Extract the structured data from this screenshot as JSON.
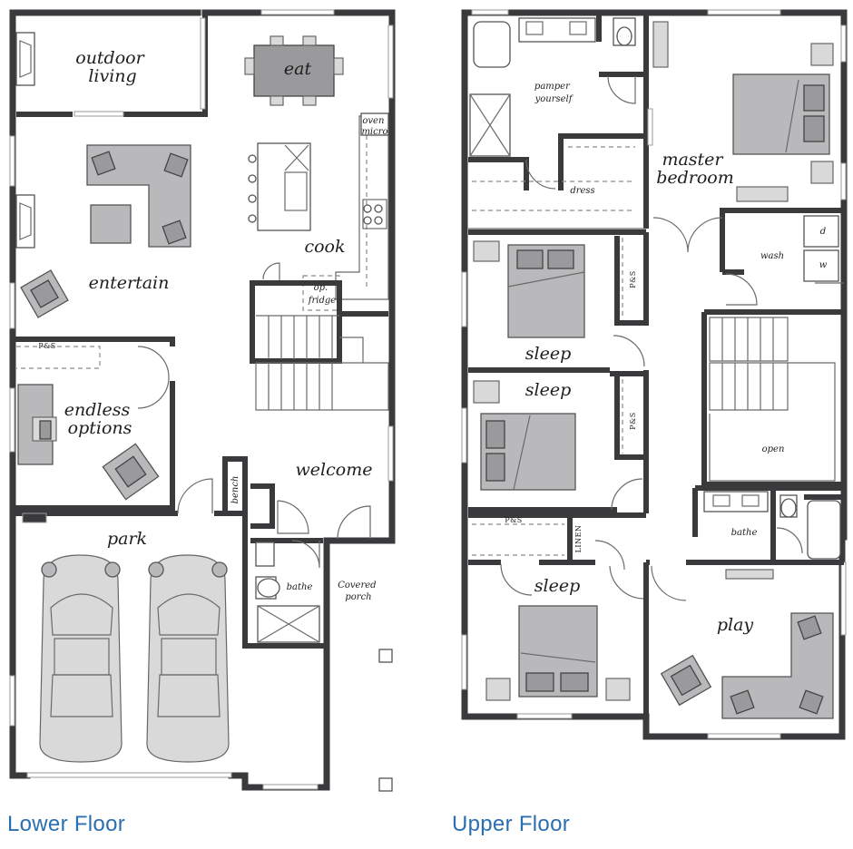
{
  "floors": {
    "lower": {
      "caption": "Lower Floor",
      "rooms": {
        "outdoor_living": [
          "outdoor",
          "living"
        ],
        "eat": "eat",
        "oven_micro": [
          "oven",
          "micro"
        ],
        "cook": "cook",
        "fridge": [
          "op.",
          "fridge"
        ],
        "entertain": "entertain",
        "endless_options": [
          "endless",
          "options"
        ],
        "pns": "P&S",
        "welcome": "welcome",
        "bench": "bench",
        "park": "park",
        "bathe": "bathe",
        "covered_porch": [
          "Covered",
          "porch"
        ]
      }
    },
    "upper": {
      "caption": "Upper Floor",
      "rooms": {
        "pamper_yourself": [
          "pamper",
          "yourself"
        ],
        "master_bedroom": [
          "master",
          "bedroom"
        ],
        "dress": "dress",
        "wash": "wash",
        "washer_d": "d",
        "washer_w": "w",
        "sleep_1": "sleep",
        "sleep_2": "sleep",
        "sleep_3": "sleep",
        "pns_1": "P&S",
        "pns_2": "P&S",
        "pns_3": "P&S",
        "linen": "LINEN",
        "open": "open",
        "bathe": "bathe",
        "play": "play"
      }
    }
  },
  "colors": {
    "wall": "#3a3a3c",
    "furniture": "#b9b9bb",
    "caption": "#2a6fb0"
  }
}
